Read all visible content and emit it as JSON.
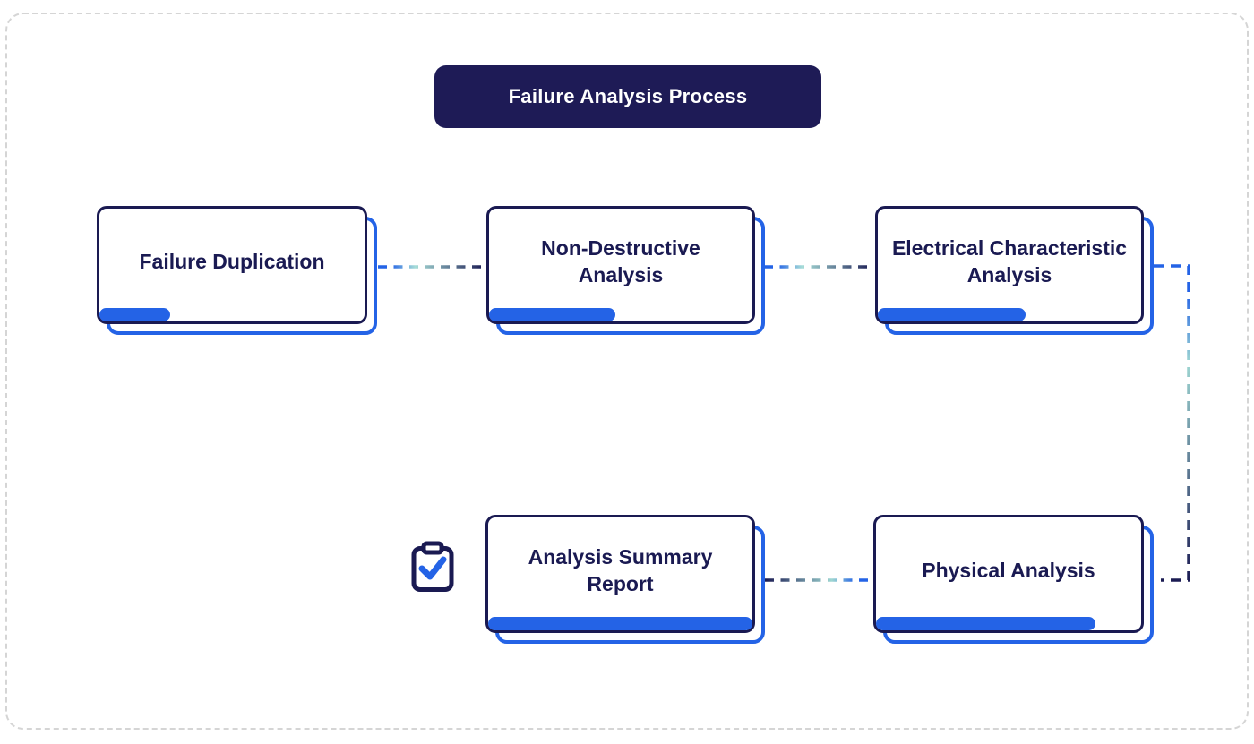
{
  "colors": {
    "navy": "#1a1a52",
    "pill_navy": "#1e1b56",
    "accent_blue": "#2463e6",
    "accent_teal": "#9ed6d2",
    "page_border_gray": "#d5d5d5",
    "background": "#ffffff"
  },
  "header": {
    "title": "Failure Analysis Process"
  },
  "diagram": {
    "nodes": [
      {
        "id": "failure-duplication",
        "label": "Failure Duplication",
        "progress_pct": 26,
        "bar_css": "width:26%"
      },
      {
        "id": "non-destructive-analysis",
        "label": "Non-Destructive\nAnalysis",
        "progress_pct": 47,
        "bar_css": "width:47%"
      },
      {
        "id": "electrical-characteristic-analysis",
        "label": "Electrical Characteristic\nAnalysis",
        "progress_pct": 55,
        "bar_css": "width:55%"
      },
      {
        "id": "analysis-summary-report",
        "label": "Analysis Summary\nReport",
        "progress_pct": 98,
        "bar_css": "width:98%"
      },
      {
        "id": "physical-analysis",
        "label": "Physical Analysis",
        "progress_pct": 81,
        "bar_css": "width:81%"
      }
    ],
    "connections": [
      {
        "from": "failure-duplication",
        "to": "non-destructive-analysis",
        "style": "dashed gradient blue-teal-navy"
      },
      {
        "from": "non-destructive-analysis",
        "to": "electrical-characteristic-analysis",
        "style": "dashed gradient blue-teal-navy"
      },
      {
        "from": "electrical-characteristic-analysis",
        "to": "physical-analysis",
        "style": "dashed gradient blue-teal-navy elbow right-down-left"
      },
      {
        "from": "physical-analysis",
        "to": "analysis-summary-report",
        "style": "dashed gradient blue-teal-navy"
      }
    ],
    "icons": [
      {
        "name": "clipboard-check-icon",
        "position": "left of Analysis Summary Report"
      }
    ]
  }
}
